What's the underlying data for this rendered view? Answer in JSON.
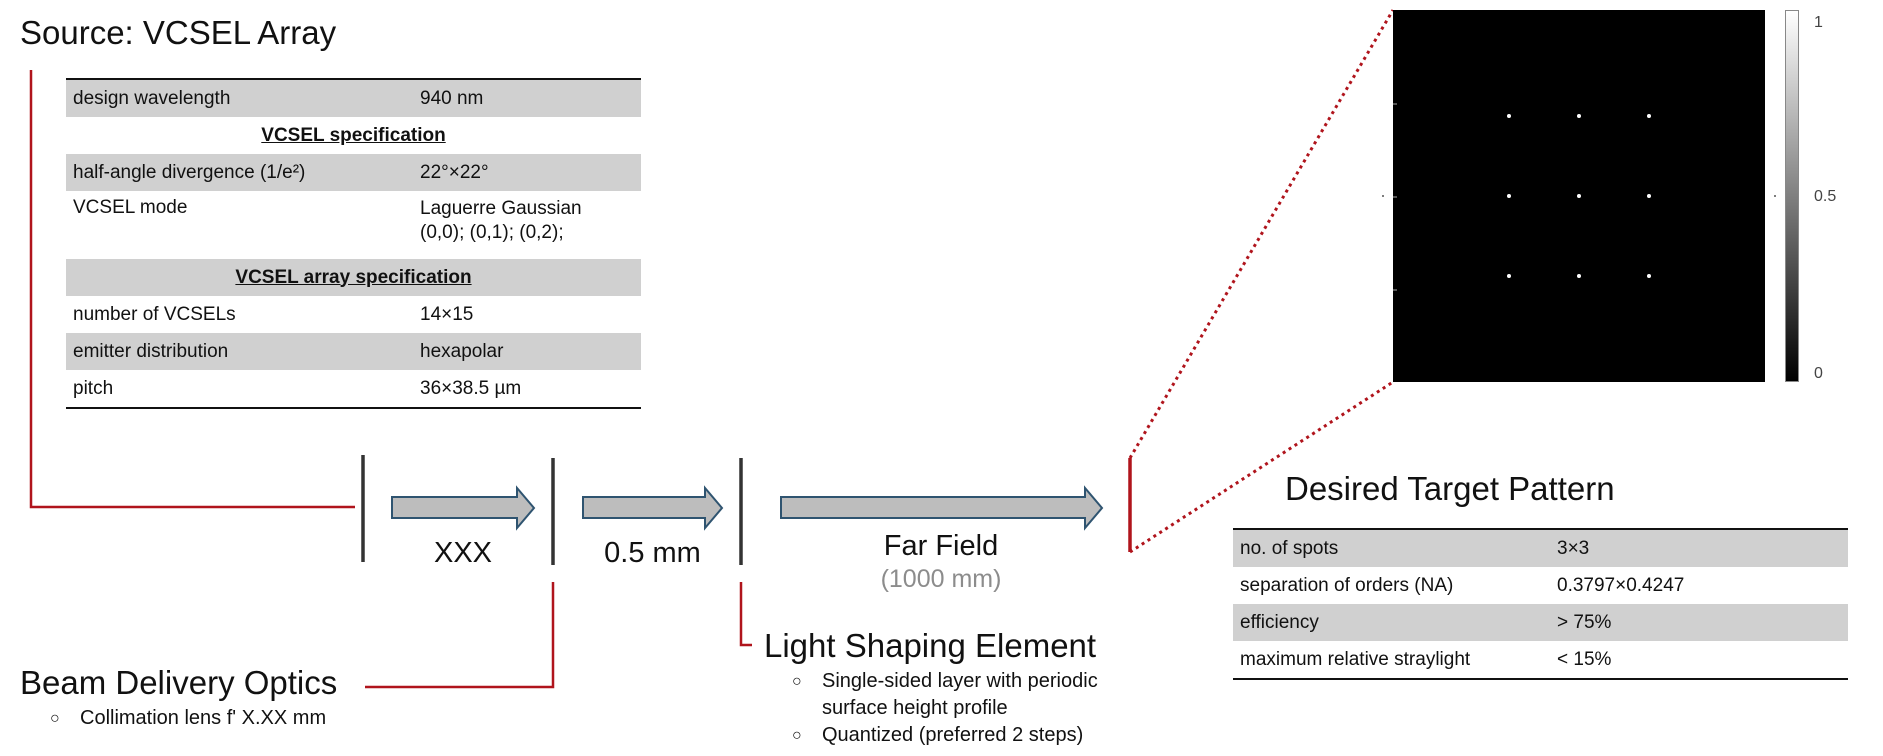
{
  "source": {
    "title": "Source:  VCSEL Array",
    "table": [
      {
        "label": "design wavelength",
        "value": "940 nm",
        "gray": true
      },
      {
        "header": "VCSEL specification"
      },
      {
        "label": "half-angle divergence (1/e²)",
        "value": "22°×22°",
        "gray": true
      },
      {
        "label": "VCSEL mode",
        "value": "Laguerre Gaussian (0,0); (0,1); (0,2);",
        "gray": false
      },
      {
        "header": "VCSEL array specification",
        "gray": true
      },
      {
        "label": "number of VCSELs",
        "value": "14×15",
        "gray": false
      },
      {
        "label": "emitter distribution",
        "value": "hexapolar",
        "gray": true
      },
      {
        "label": "pitch",
        "value": "36×38.5 µm",
        "gray": false
      }
    ]
  },
  "beam_delivery": {
    "title": "Beam Delivery Optics",
    "bullets": [
      "Collimation lens f' X.XX mm"
    ]
  },
  "distances": {
    "d1": "XXX",
    "d2": "0.5 mm",
    "far_field": "Far Field",
    "far_field_dist": "(1000 mm)"
  },
  "lse": {
    "title": "Light Shaping Element",
    "bullets": [
      "Single-sided layer with periodic surface height profile",
      "Quantized (preferred 2 steps)"
    ]
  },
  "target": {
    "title": "Desired Target Pattern",
    "table": [
      {
        "label": "no. of spots",
        "value": "3×3",
        "gray": true
      },
      {
        "label": "separation of orders (NA)",
        "value": "0.3797×0.4247",
        "gray": false
      },
      {
        "label": "efficiency",
        "value": "> 75%",
        "gray": true
      },
      {
        "label": "maximum  relative straylight",
        "value": "< 15%",
        "gray": false
      }
    ]
  },
  "colorbar": {
    "max": "1",
    "mid": "0.5",
    "min": "0"
  },
  "pattern": {
    "spots": [
      {
        "x": -1,
        "y": 1
      },
      {
        "x": 0,
        "y": 1
      },
      {
        "x": 1,
        "y": 1
      },
      {
        "x": -1,
        "y": 0
      },
      {
        "x": 0,
        "y": 0
      },
      {
        "x": 1,
        "y": 0
      },
      {
        "x": -1,
        "y": -1
      },
      {
        "x": 0,
        "y": -1
      },
      {
        "x": 1,
        "y": -1
      }
    ],
    "faint_spots": [
      {
        "x": -2,
        "y": 0
      },
      {
        "x": 2,
        "y": 0
      }
    ]
  },
  "colors": {
    "accent_red": "#b0141c",
    "arrow_fill": "#bdbdbd",
    "arrow_stroke": "#2f5470",
    "row_gray": "#d0d0d0"
  }
}
